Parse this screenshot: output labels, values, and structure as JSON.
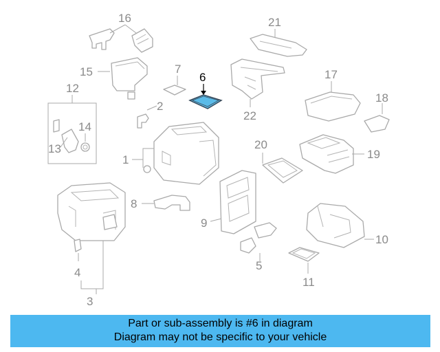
{
  "diagram": {
    "highlight_color": "#5bbbe8",
    "part_stroke_color": "#a9a9a9",
    "callouts": [
      "1",
      "2",
      "3",
      "4",
      "5",
      "6",
      "7",
      "8",
      "9",
      "10",
      "11",
      "12",
      "13",
      "14",
      "15",
      "16",
      "17",
      "18",
      "19",
      "20",
      "21",
      "22"
    ],
    "highlighted_callout": "6"
  },
  "banner": {
    "background": "#4db8f0",
    "line1": "Part or sub-assembly is #6 in diagram",
    "line2": "Diagram may not be specific to your vehicle"
  }
}
